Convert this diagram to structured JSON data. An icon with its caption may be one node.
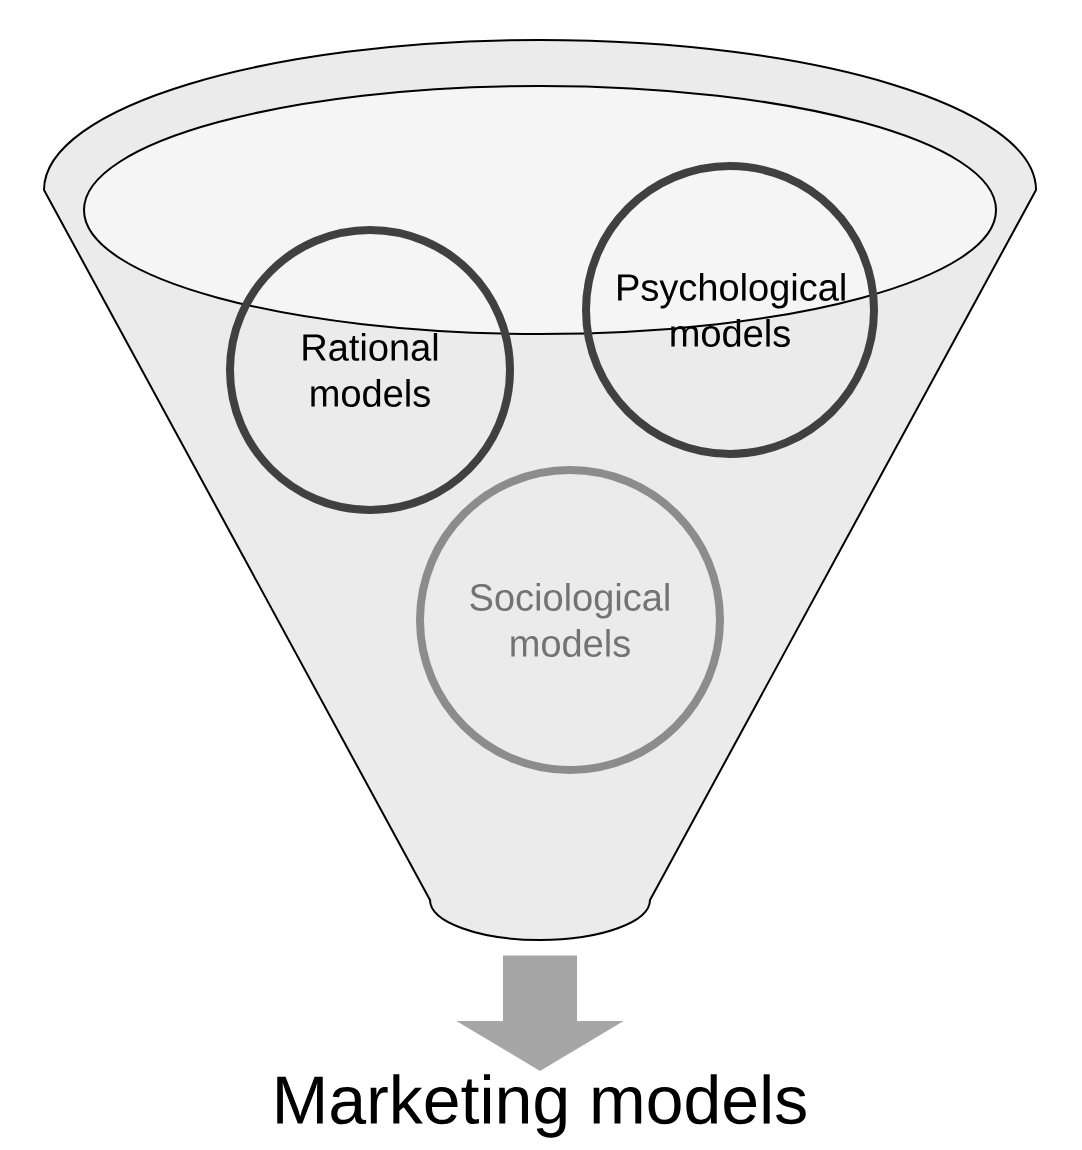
{
  "diagram": {
    "nodes": [
      {
        "text": [],
        "shape": "funnel"
      },
      {
        "text": [
          "Rational models"
        ],
        "in": 0
      },
      {
        "text": [
          "Psychological models"
        ],
        "in": 0
      },
      {
        "text": [
          "Sociological models"
        ],
        "in": 0
      },
      {
        "text": [
          "Marketing models"
        ]
      }
    ],
    "edges": [
      {
        "from": 0,
        "to": 4,
        "arrow": "to",
        "style": "thick",
        "color": "#a6a6a6"
      }
    ]
  }
}
